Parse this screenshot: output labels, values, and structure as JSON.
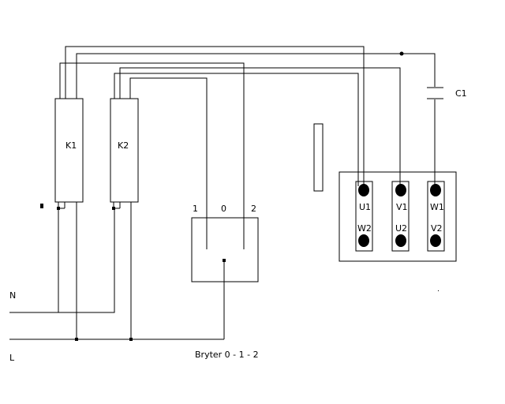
{
  "labels": {
    "k1": "K1",
    "k2": "K2",
    "c1": "C1",
    "n": "N",
    "l": "L",
    "switch_pos_1": "1",
    "switch_pos_0": "0",
    "switch_pos_2": "2",
    "switch_caption": "Bryter 0 - 1 - 2",
    "terminals": {
      "u1": "U1",
      "v1": "V1",
      "w1": "W1",
      "w2": "W2",
      "u2": "U2",
      "v2": "V2"
    }
  }
}
